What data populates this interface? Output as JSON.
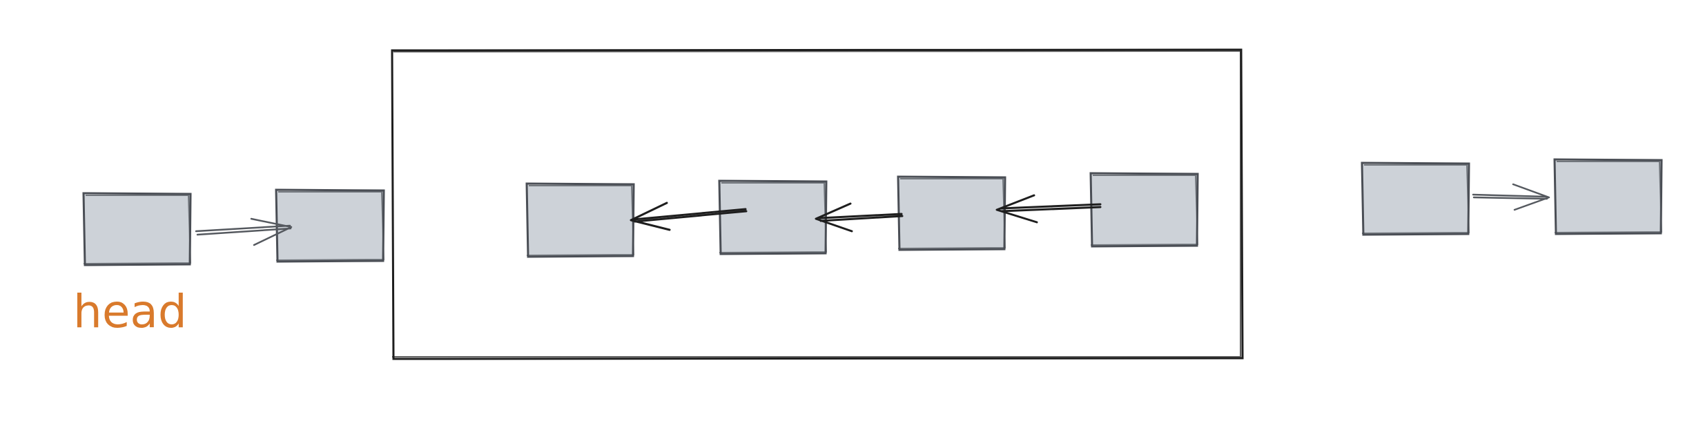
{
  "labels": {
    "head": "head"
  },
  "colors": {
    "node_fill": "#cdd2d8",
    "node_stroke": "#4a4e55",
    "arrow_dark": "#1e1e1e",
    "arrow_gray": "#55595f",
    "frame_stroke": "#1e1e1e",
    "head_label": "#d97a2c"
  },
  "nodes": [
    {
      "id": "head-node"
    },
    {
      "id": "node-2"
    },
    {
      "id": "reversed-node-1"
    },
    {
      "id": "reversed-node-2"
    },
    {
      "id": "reversed-node-3"
    },
    {
      "id": "reversed-node-4"
    },
    {
      "id": "tail-node-1"
    },
    {
      "id": "tail-node-2"
    }
  ],
  "arrows": [
    {
      "from": "head-node",
      "to": "node-2"
    },
    {
      "from": "reversed-node-2",
      "to": "reversed-node-1"
    },
    {
      "from": "reversed-node-3",
      "to": "reversed-node-2"
    },
    {
      "from": "reversed-node-4",
      "to": "reversed-node-3"
    },
    {
      "from": "tail-node-1",
      "to": "tail-node-2"
    }
  ]
}
